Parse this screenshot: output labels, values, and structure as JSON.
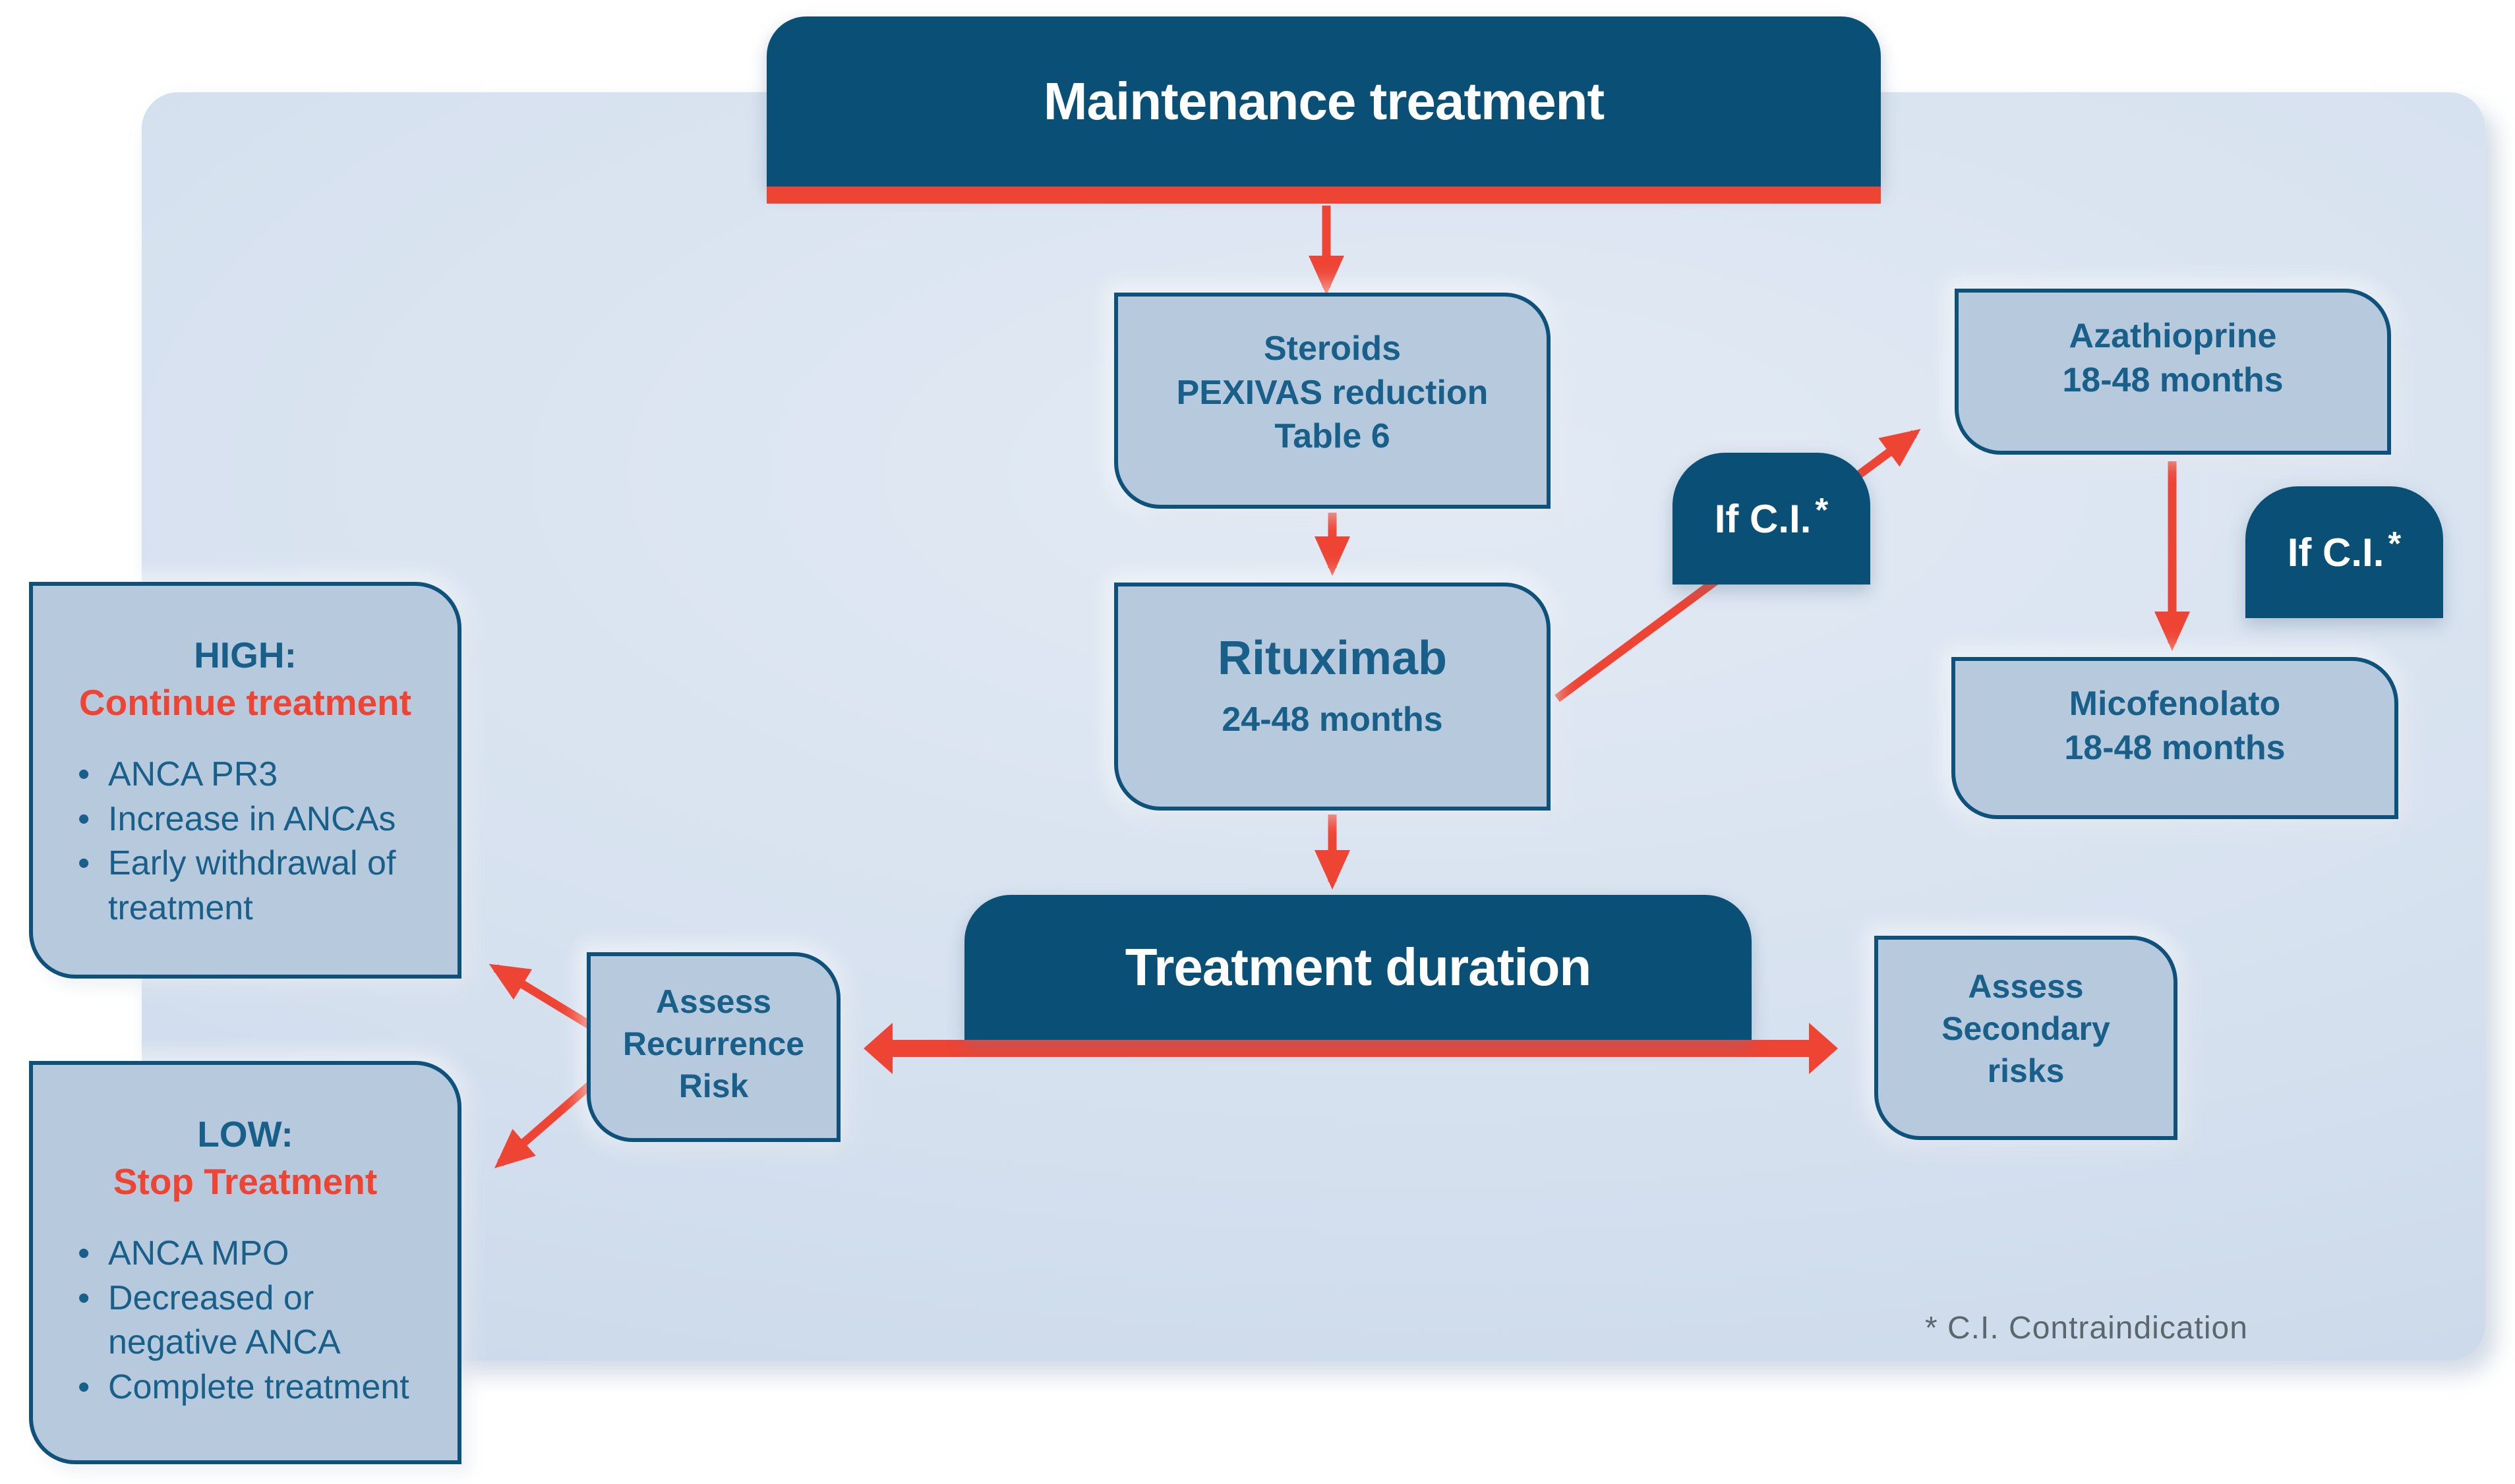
{
  "palette": {
    "navy": "#0a5076",
    "red": "#ee4434",
    "box_fill": "#b7c9dc",
    "box_border": "#0e527c",
    "text_blue": "#186089",
    "panel_light": "#e2eaf4",
    "panel_mid": "#d6e1ef",
    "panel_dark": "#c7d6e8",
    "footnote_gray": "#5c666d",
    "title_white": "#ffffff"
  },
  "nodes": {
    "maintenance": {
      "title": "Maintenance treatment"
    },
    "steroids": {
      "lines": [
        "Steroids",
        "PEXIVAS reduction",
        "Table 6"
      ]
    },
    "rituximab": {
      "title": "Rituximab",
      "subtitle": "24-48 months"
    },
    "if_ci": {
      "label": "If C.I.",
      "asterisk": "*"
    },
    "azathioprine": {
      "lines": [
        "Azathioprine",
        "18-48 months"
      ]
    },
    "micofenolato": {
      "lines": [
        "Micofenolato",
        "18-48 months"
      ]
    },
    "treatment_duration": {
      "title": "Treatment duration"
    },
    "assess_recurrence": {
      "lines": [
        "Assess",
        "Recurrence",
        "Risk"
      ]
    },
    "assess_secondary": {
      "lines": [
        "Assess",
        "Secondary",
        "risks"
      ]
    },
    "high_risk": {
      "heading": "HIGH:",
      "subheading": "Continue treatment",
      "bullets": [
        "ANCA PR3",
        "Increase in ANCAs",
        "Early withdrawal of treatment"
      ]
    },
    "low_risk": {
      "heading": "LOW:",
      "subheading": "Stop Treatment",
      "bullets": [
        "ANCA MPO",
        "Decreased or negative ANCA",
        "Complete treatment"
      ]
    }
  },
  "footnote": "* C.I. Contraindication"
}
